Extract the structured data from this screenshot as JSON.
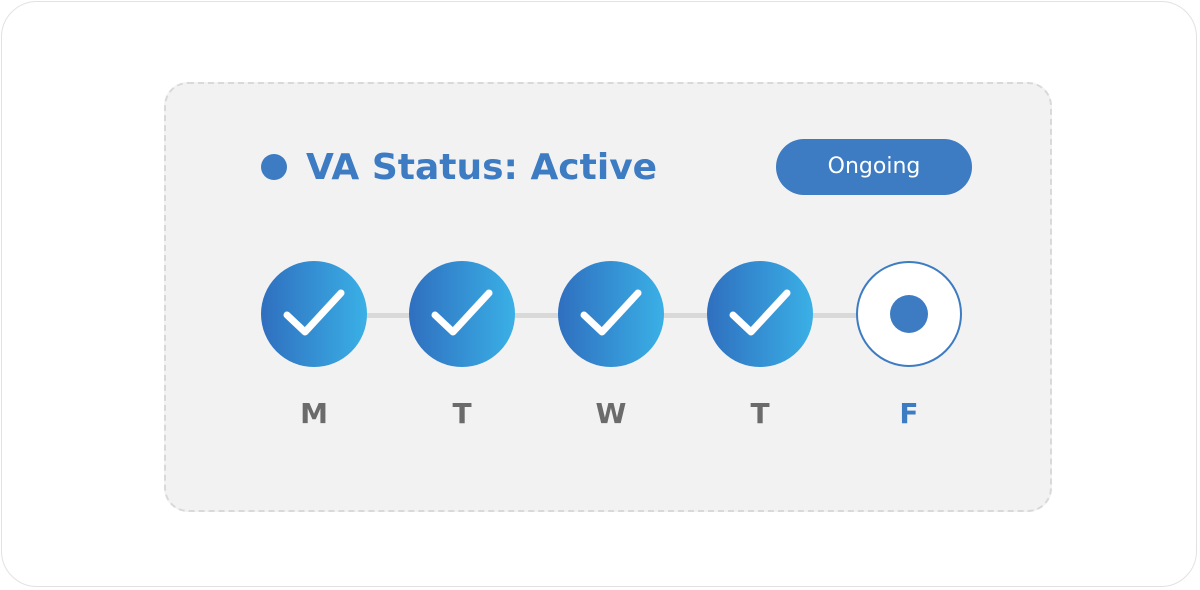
{
  "colors": {
    "accent": "#3d7bc2",
    "gradient_start": "#2f6fbf",
    "gradient_end": "#3ab0e6",
    "label_gray": "#6b6b6b"
  },
  "status": {
    "title": "VA Status: Active",
    "badge": "Ongoing"
  },
  "days": [
    {
      "label": "M",
      "state": "complete",
      "icon": "check-icon"
    },
    {
      "label": "T",
      "state": "complete",
      "icon": "check-icon"
    },
    {
      "label": "W",
      "state": "complete",
      "icon": "check-icon"
    },
    {
      "label": "T",
      "state": "complete",
      "icon": "check-icon"
    },
    {
      "label": "F",
      "state": "current",
      "icon": "dot-icon"
    }
  ]
}
